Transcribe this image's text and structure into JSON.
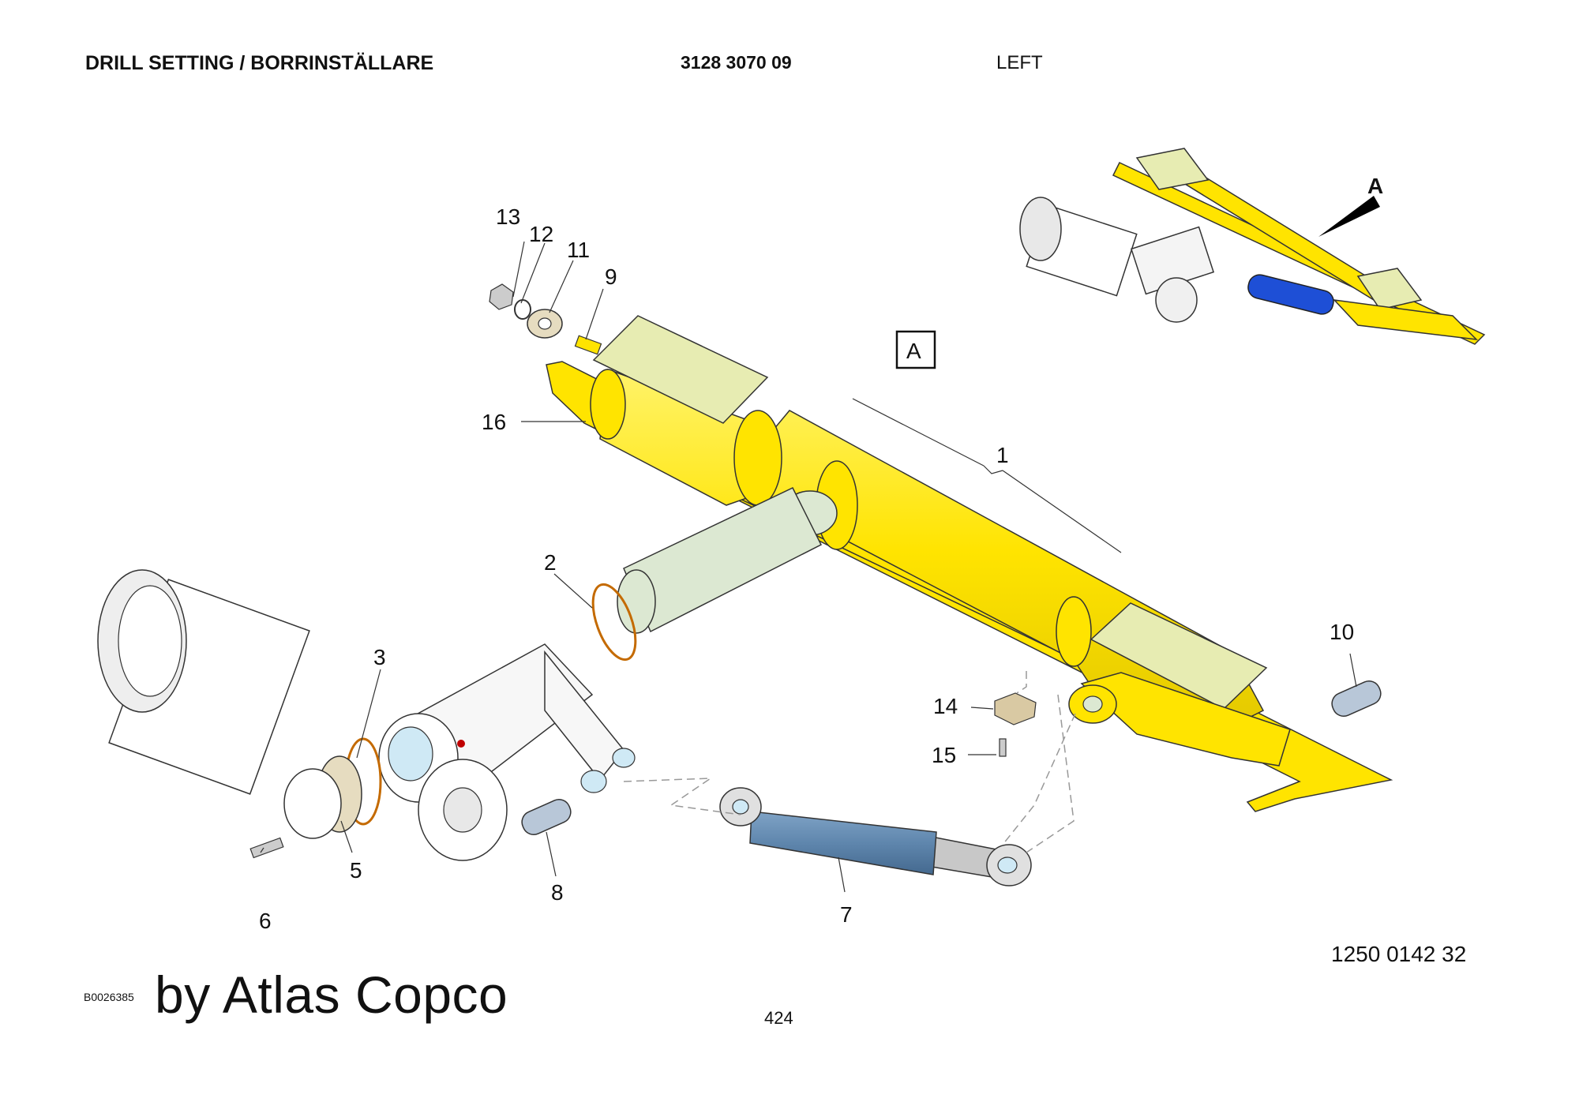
{
  "header": {
    "title": "DRILL SETTING / BORRINSTÄLLARE",
    "part_number": "3128 3070 09",
    "side": "LEFT"
  },
  "view_label": "A",
  "overview_label": "A",
  "callouts": [
    "1",
    "2",
    "3",
    "5",
    "6",
    "7",
    "8",
    "9",
    "10",
    "11",
    "12",
    "13",
    "14",
    "15",
    "16"
  ],
  "footer": {
    "image_code": "B0026385",
    "brand": "by Atlas Copco",
    "drawing_number": "1250 0142 32",
    "page": "424"
  },
  "colors": {
    "arm_yellow": "#ffe400",
    "cylinder_blue": "#5f86ad",
    "plate_green": "#e7ecb2",
    "tube_green": "#dce8d2",
    "overview_blue": "#1e4fd6"
  }
}
